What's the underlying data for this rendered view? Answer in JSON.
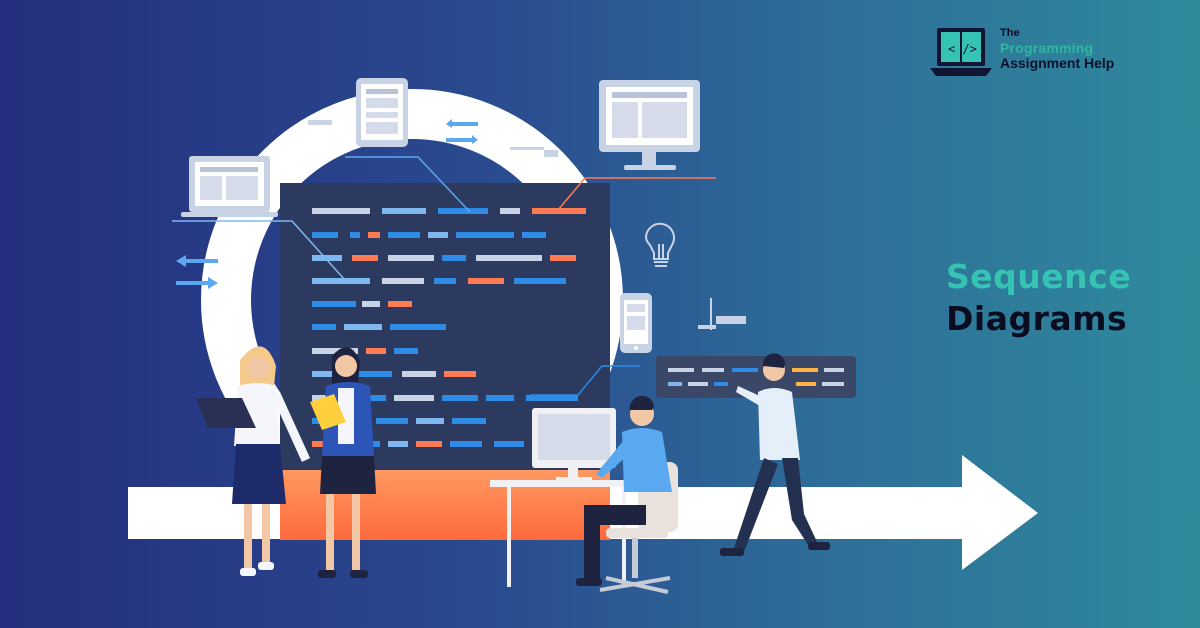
{
  "logo": {
    "line1": "The",
    "line2": "Programming",
    "line3": "Assignment Help",
    "icon": "laptop-code-icon"
  },
  "headline": {
    "line1": "Sequence",
    "line2": "Diagrams"
  },
  "colors": {
    "background_start": "#252e7e",
    "background_end": "#2f8a9c",
    "headline_accent": "#35c4b3",
    "headline_dark": "#0a0d1f",
    "code_panel": "#2c3a60",
    "accent_orange": "#ff7b54"
  }
}
